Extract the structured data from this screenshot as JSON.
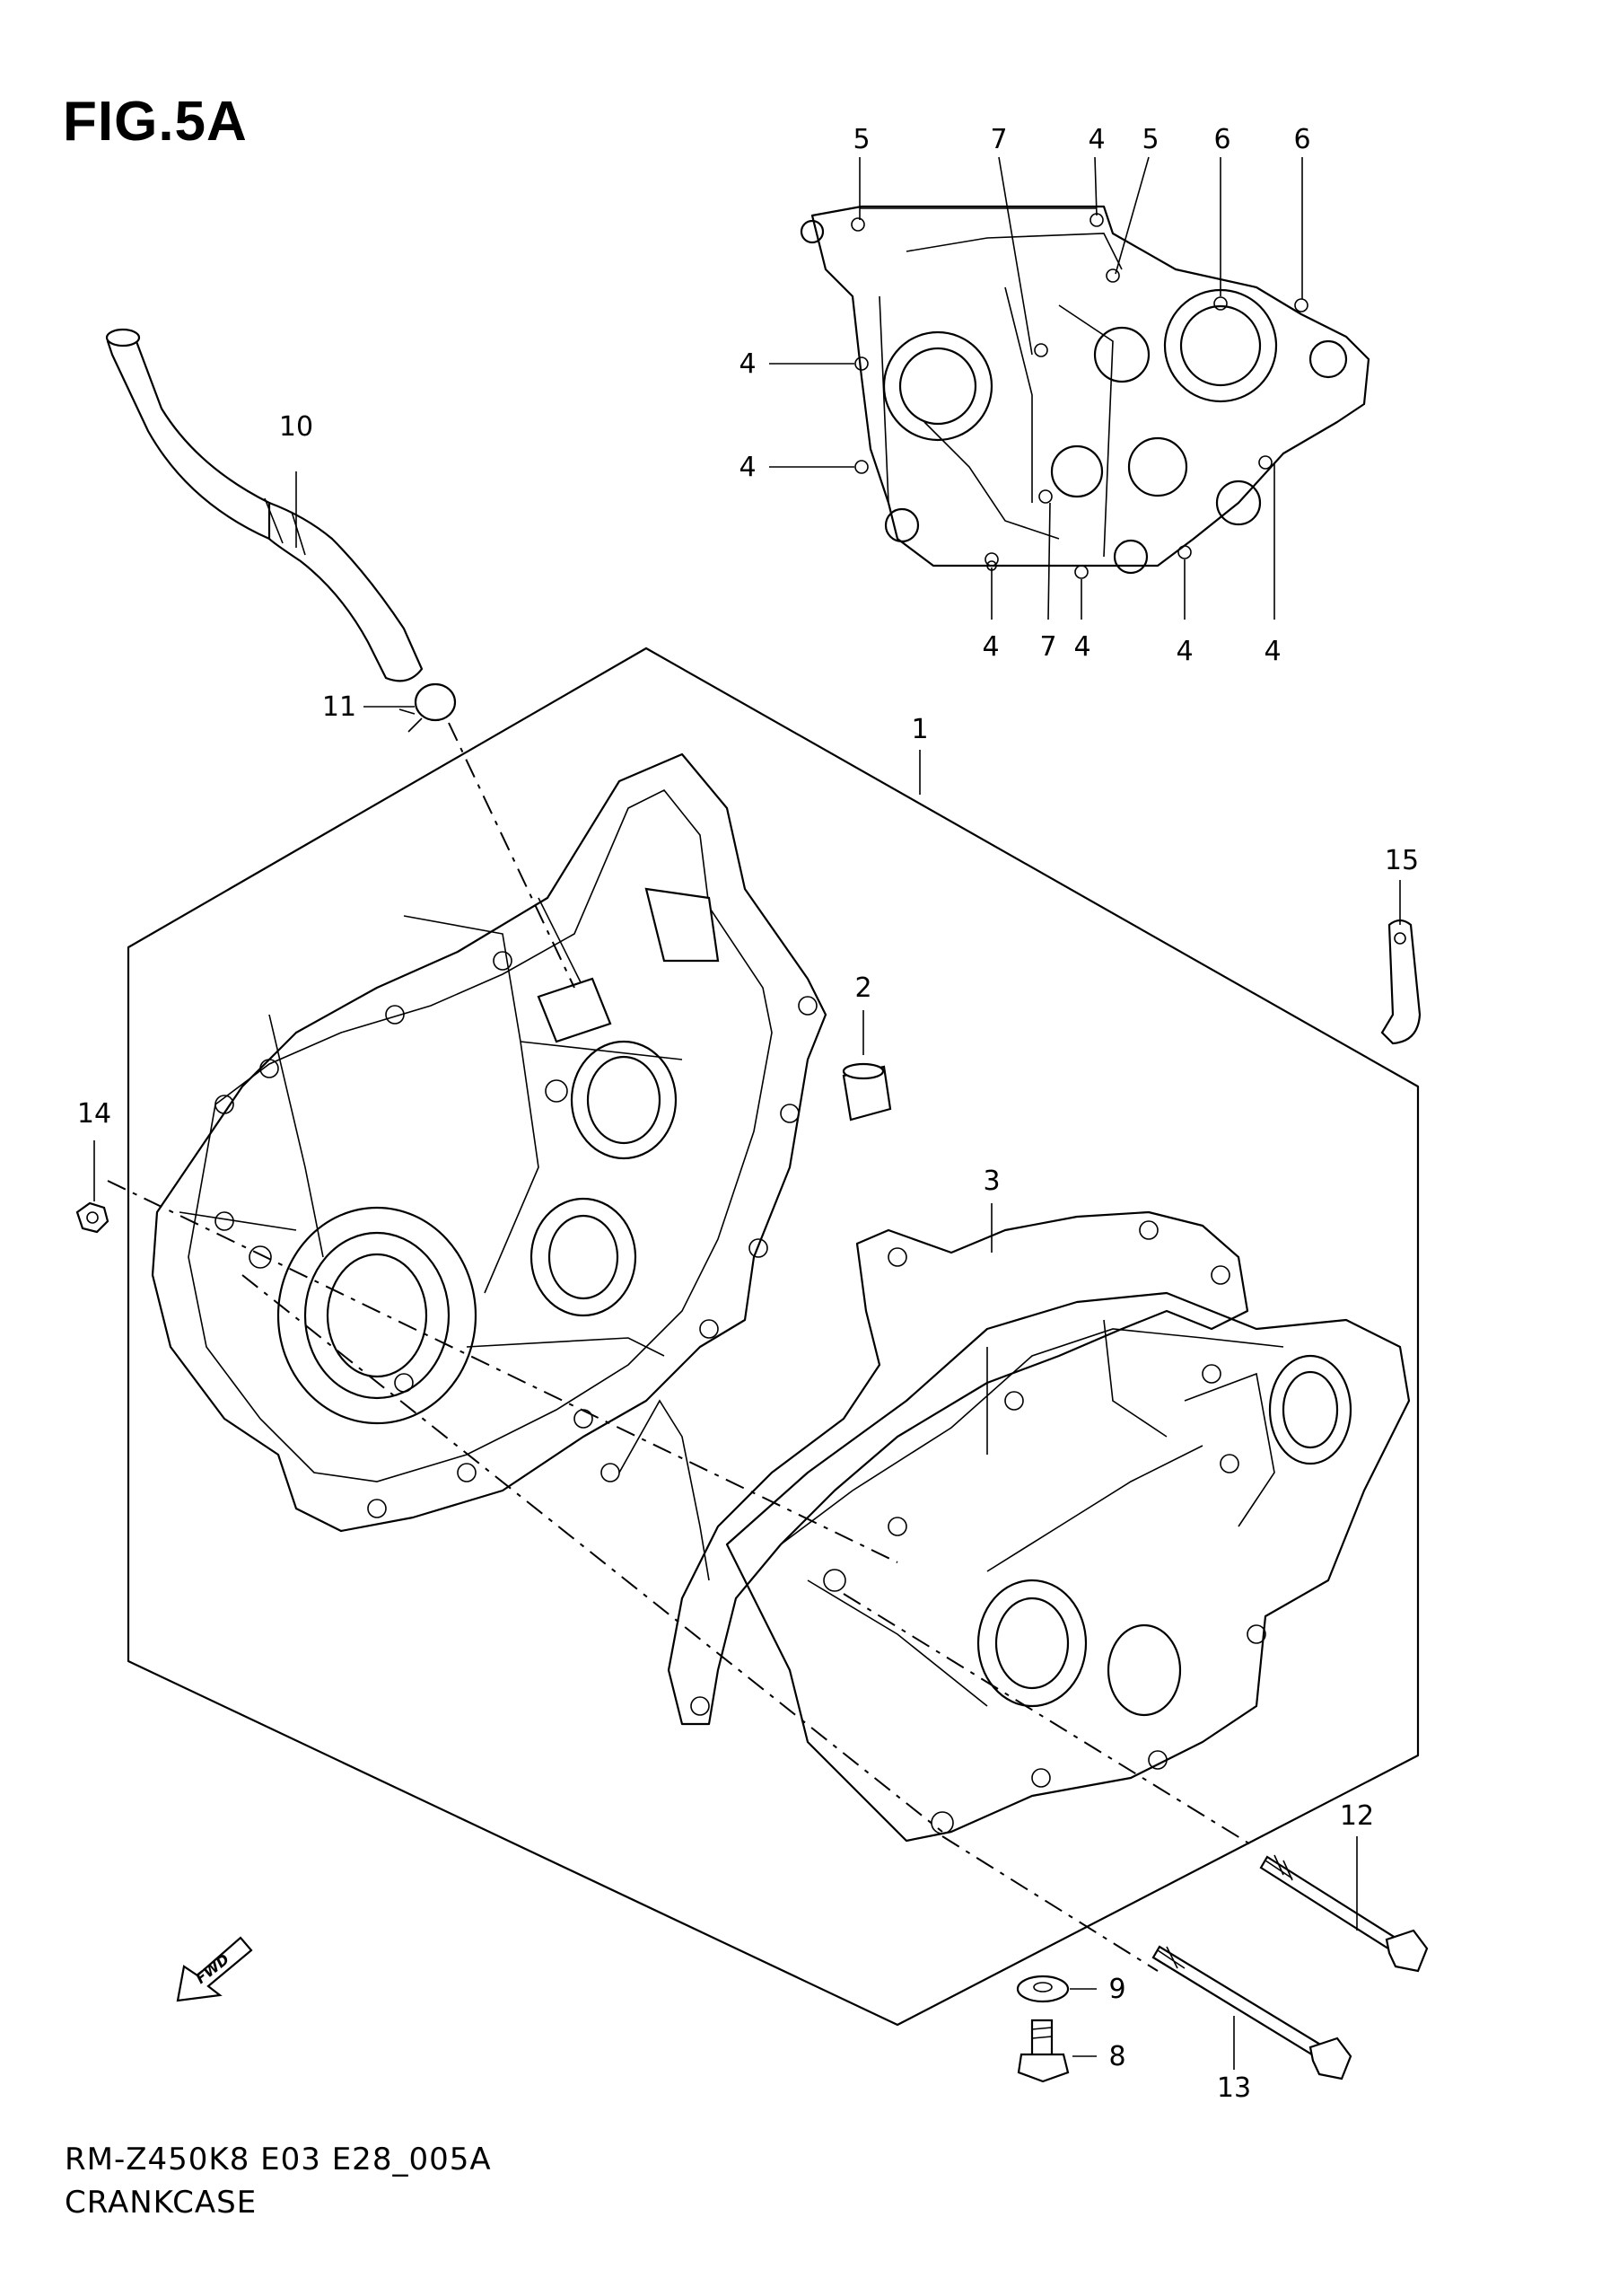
{
  "figure": {
    "title": "FIG.5A"
  },
  "footer": {
    "model_code": "RM-Z450K8 E03 E28_005A",
    "section_name": "CRANKCASE"
  },
  "fwd_label": "FWD",
  "callouts": {
    "top": [
      "5",
      "7",
      "4",
      "5",
      "6",
      "6"
    ],
    "left_4a": "4",
    "left_4b": "4",
    "bottom": [
      "4",
      "7",
      "4",
      "4",
      "4"
    ],
    "c10": "10",
    "c11": "11",
    "c1": "1",
    "c15": "15",
    "c2": "2",
    "c14": "14",
    "c3": "3",
    "c12": "12",
    "c9": "9",
    "c8": "8",
    "c13": "13"
  }
}
